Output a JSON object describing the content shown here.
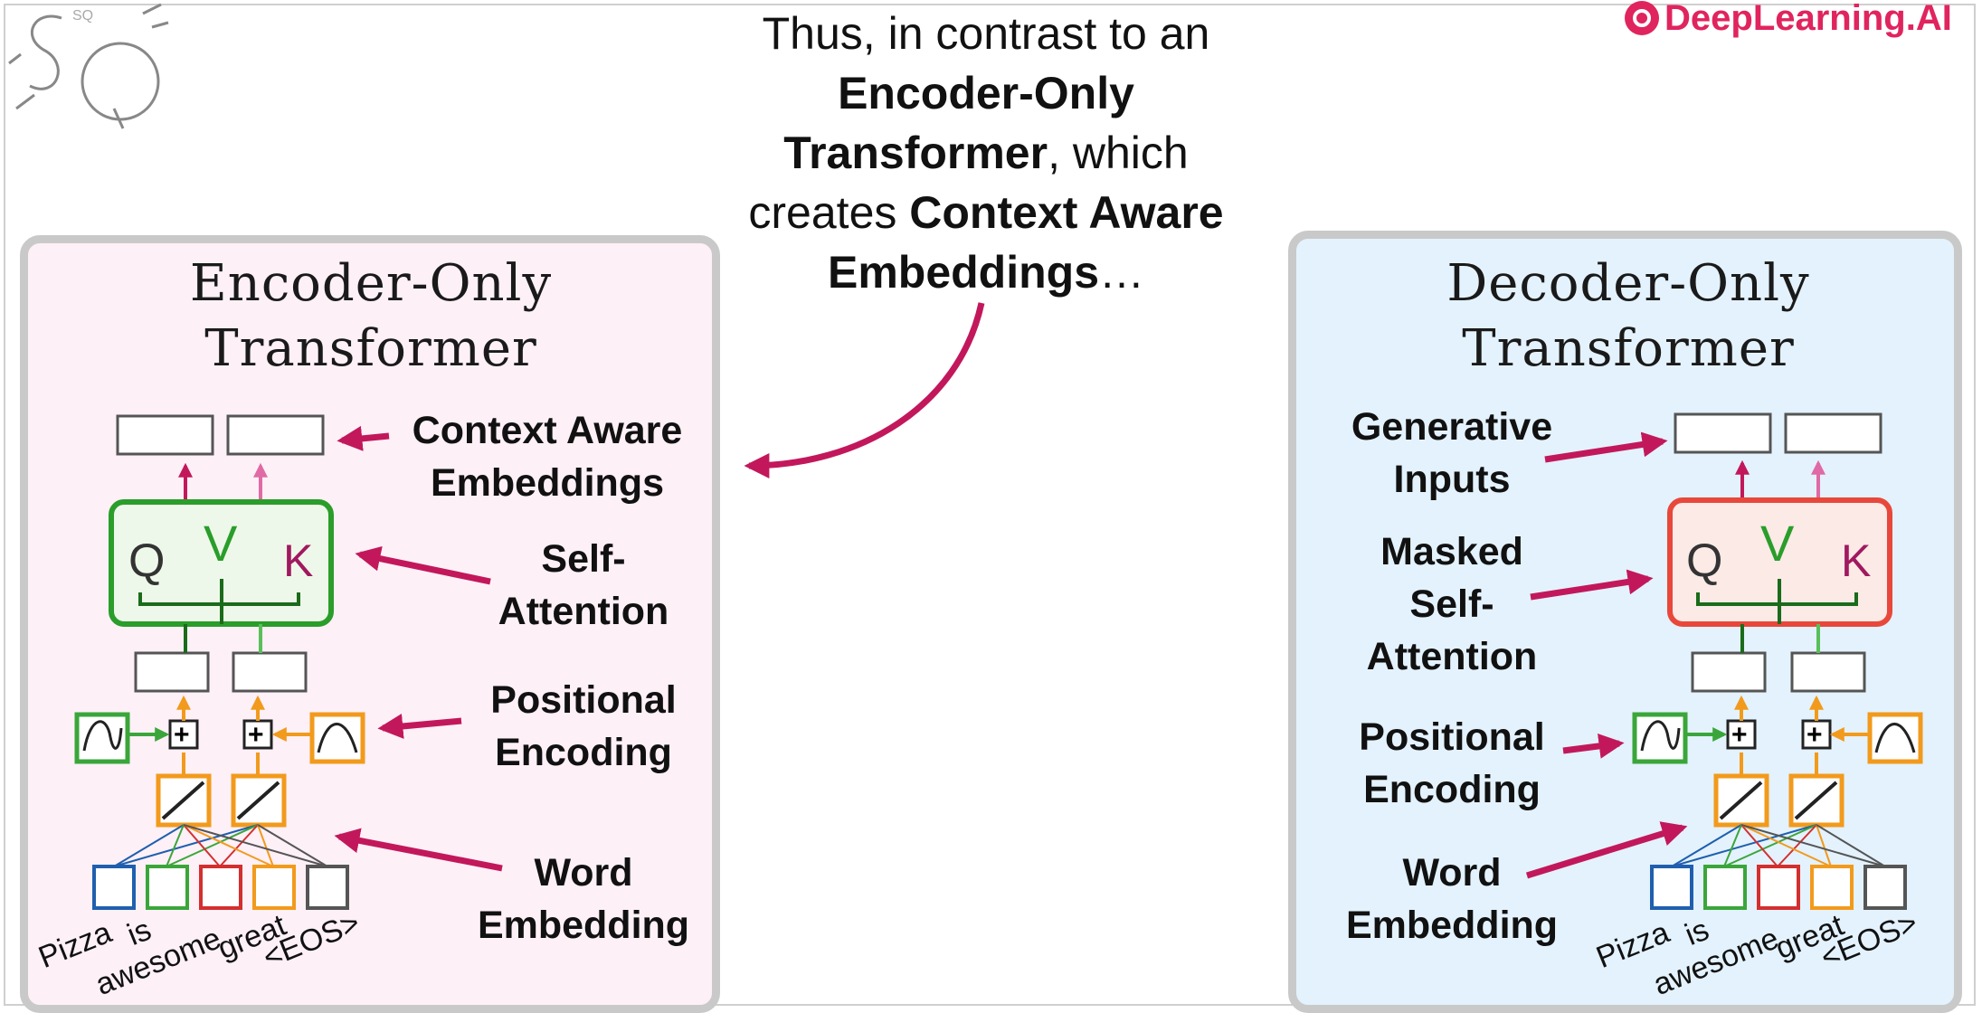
{
  "caption": {
    "line1": "Thus, in contrast to an",
    "line2": "Encoder-Only",
    "line3_bold": "Transformer",
    "line3_rest": ", which",
    "line4_rest": "creates ",
    "line4_bold": "Context Aware",
    "line5_bold": "Embeddings",
    "line5_rest": "…"
  },
  "brand": "DeepLearning.AI",
  "logo_text": "SQ",
  "encoder": {
    "title_line1": "Encoder-Only",
    "title_line2": "Transformer",
    "label_context_1": "Context Aware",
    "label_context_2": "Embeddings",
    "label_self_1": "Self-",
    "label_self_2": "Attention",
    "label_pos_1": "Positional",
    "label_pos_2": "Encoding",
    "label_word_1": "Word",
    "label_word_2": "Embedding"
  },
  "decoder": {
    "title_line1": "Decoder-Only",
    "title_line2": "Transformer",
    "label_gen_1": "Generative",
    "label_gen_2": "Inputs",
    "label_masked_1": "Masked",
    "label_masked_2": "Self-",
    "label_masked_3": "Attention",
    "label_pos_1": "Positional",
    "label_pos_2": "Encoding",
    "label_word_1": "Word",
    "label_word_2": "Embedding"
  },
  "attention_letters": {
    "q": "Q",
    "v": "V",
    "k": "K"
  },
  "tokens": [
    "Pizza",
    "is",
    "awesome",
    "great",
    "<EOS>"
  ],
  "colors": {
    "arrow": "#c2185b",
    "encoder_attention": "#2a9d2a",
    "decoder_attention": "#e8483b",
    "token_blue": "#1f5fae",
    "token_green": "#3aa63a",
    "token_red": "#d32f2f",
    "token_orange": "#f29a1c",
    "token_gray": "#555555"
  }
}
